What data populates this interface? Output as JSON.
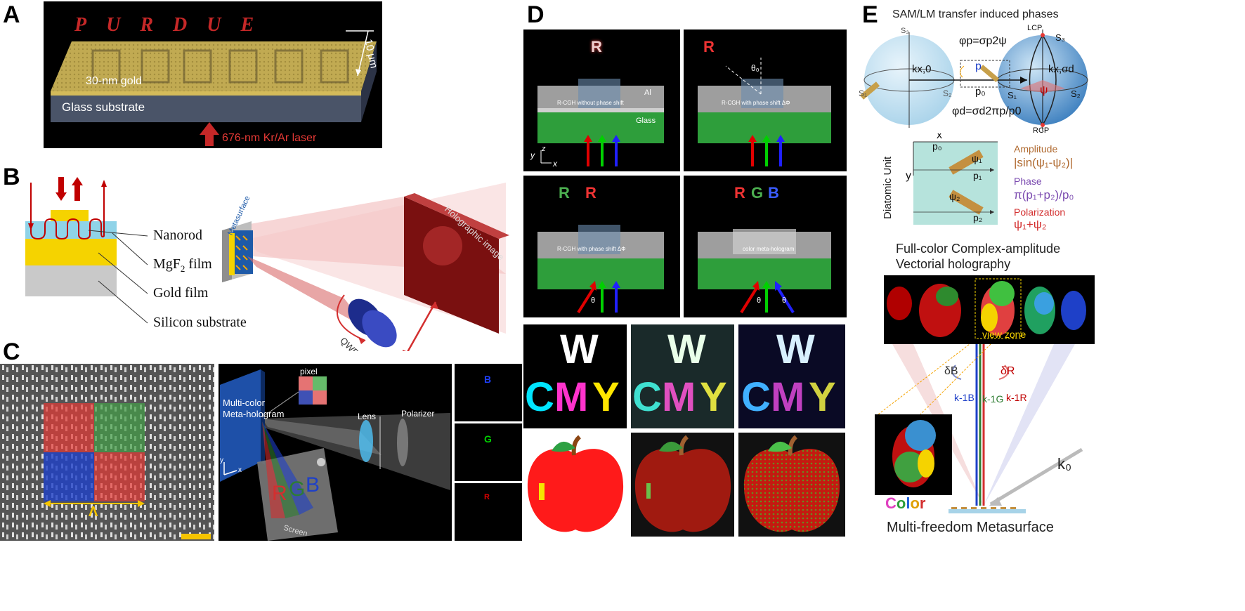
{
  "panel_labels": {
    "a": "A",
    "b": "B",
    "c": "C",
    "d": "D",
    "e": "E"
  },
  "panel_a": {
    "word": "PURDUE",
    "scale": "10 μm",
    "gold_label": "30-nm gold",
    "substrate_label": "Glass substrate",
    "laser_label": "676-nm Kr/Ar laser"
  },
  "panel_b": {
    "layers": [
      "Nanorod",
      "MgF",
      "2",
      " film",
      "Gold film",
      "Silicon substrate"
    ],
    "metasurface": "Metasurface",
    "holo_image": "Holographic image",
    "qwp": "QWP"
  },
  "panel_c": {
    "scale_symbol": "Λ",
    "pixel": "pixel",
    "meta_title_1": "Multi-color",
    "meta_title_2": "Meta-hologram",
    "lens": "Lens",
    "polarizer": "Polarizer",
    "rgb": [
      "R",
      "G",
      "B"
    ],
    "screen": "Screen",
    "channels": [
      "B",
      "G",
      "R"
    ],
    "axis_x": "x",
    "axis_y": "y"
  },
  "panel_d": {
    "letters": {
      "r": "R",
      "g": "G",
      "b": "B"
    },
    "al": "Al",
    "glass": "Glass",
    "captions": [
      "R-CGH without  phase shift",
      "R-CGH with phase shift ΔΦ",
      "R-CGH with phase shift ΔΦ",
      "color meta-hologram"
    ],
    "theta": "θ",
    "theta0": "θ₀",
    "axes": {
      "x": "x",
      "y": "y",
      "z": "z"
    },
    "w": "W",
    "cmy": [
      "C",
      "M",
      "Y"
    ]
  },
  "panel_e": {
    "title": "SAM/LM transfer induced phases",
    "phi_p": "φp=σp2ψ",
    "phi_d": "φd=σd2πp/p0",
    "p": "p",
    "p0": "p₀",
    "k_left": "kx,0",
    "k_right": "kx,σd",
    "lcp": "LCP",
    "rcp": "RCP",
    "s1": "S₁",
    "s2": "S₂",
    "s3": "S₃",
    "psi": "ψ",
    "diatomic": "Diatomic Unit",
    "x": "x",
    "y": "y",
    "p1": "p₁",
    "p2": "p₂",
    "psi1": "ψ₁",
    "psi2": "ψ₂",
    "amplitude_label": "Amplitude",
    "amplitude_formula": "|sin(ψ₁-ψ₂)|",
    "phase_label": "Phase",
    "phase_formula": "π(p₁+p₂)/p₀",
    "polarization_label": "Polarization",
    "polarization_formula": "ψ₁+ψ₂",
    "fullcolor_1": "Full-color Complex-amplitude",
    "fullcolor_2": "Vectorial holography",
    "view_zone": "view zone",
    "delta_b": "δB",
    "delta_r": "δR",
    "k1b": "k-1B",
    "k1g": "k-1G",
    "k1r": "k-1R",
    "k0": "k₀",
    "color_word": [
      "C",
      "o",
      "l",
      "o",
      "r"
    ],
    "bottom": "Multi-freedom Metasurface"
  }
}
